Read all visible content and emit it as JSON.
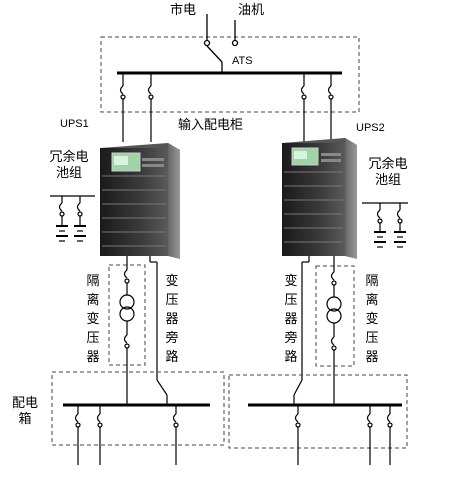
{
  "labels": {
    "mains": "市电",
    "generator": "油机",
    "ats": "ATS",
    "ups1": "UPS1",
    "ups2": "UPS2",
    "input_cabinet": "输入配电柜",
    "battery_left": "冗余电池组",
    "battery_right": "冗余电池组",
    "iso_transformer_left": "隔离变压器",
    "iso_transformer_right": "隔离变压器",
    "bypass_left": "变压器旁路",
    "bypass_right": "变压器旁路",
    "dist_box": "配电箱"
  },
  "colors": {
    "line": "#000000",
    "dash": "#444444",
    "ups_body": "#2b2b2b",
    "ups_panel": "#9fd3a8"
  }
}
